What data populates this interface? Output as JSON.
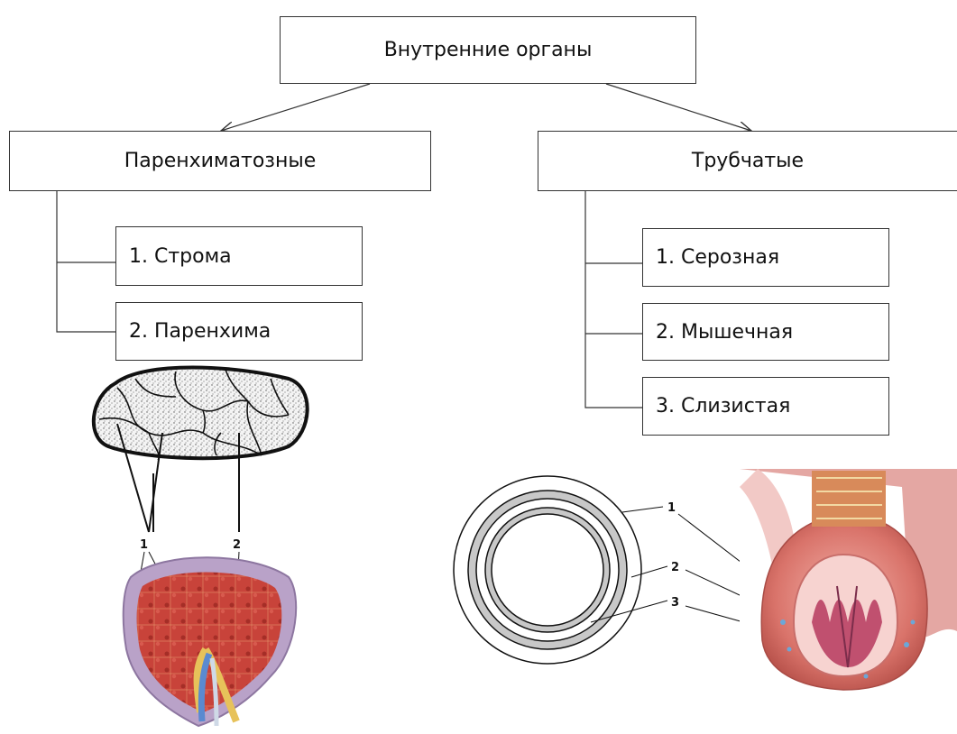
{
  "root": {
    "label": "Внутренние органы"
  },
  "branches": {
    "parenchymal": {
      "label": "Паренхиматозные",
      "items": [
        "1. Строма",
        "2. Паренхима"
      ]
    },
    "tubular": {
      "label": "Трубчатые",
      "items": [
        "1. Серозная",
        "2. Мышечная",
        "3. Слизистая"
      ]
    }
  },
  "figures": {
    "parenchymal": {
      "callouts": [
        "1",
        "2"
      ]
    },
    "tubular": {
      "callouts": [
        "1",
        "2",
        "3"
      ]
    }
  },
  "colors": {
    "tissue": "#c8433a",
    "capsule": "#b9a2c8",
    "mucosa": "#e59aa0",
    "ring_gray": "#c8c8c8"
  }
}
